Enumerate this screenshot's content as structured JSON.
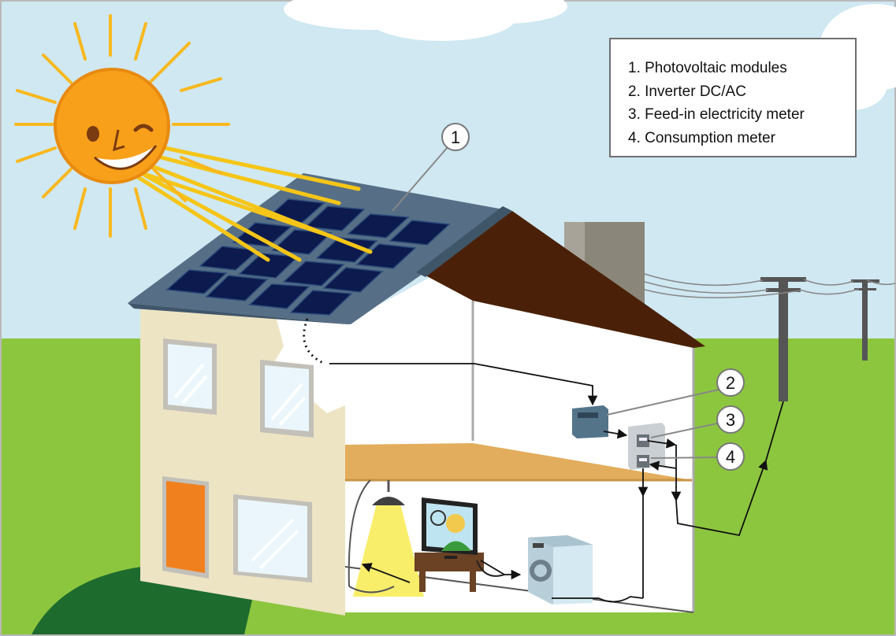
{
  "legend": {
    "items": [
      "1. Photovoltaic modules",
      "2. Inverter DC/AC",
      "3. Feed-in electricity meter",
      "4. Consumption meter"
    ]
  },
  "callouts": {
    "pv": "1",
    "inverter": "2",
    "feed_in_meter": "3",
    "consumption_meter": "4"
  },
  "colors": {
    "sky": "#cfe8f2",
    "grass": "#8cc63f",
    "path": "#1e6b2e",
    "roof": "#566f86",
    "panel": "#0c1a4d",
    "sun": "#f8a01a",
    "sun_rays": "#f5c518",
    "wall_front": "#ede4c4",
    "interior": "#ffffff",
    "inner_roof": "#4a2108",
    "floor": "#e2ad5c",
    "door": "#f0801e",
    "inverter": "#54748a",
    "pole": "#555555"
  }
}
